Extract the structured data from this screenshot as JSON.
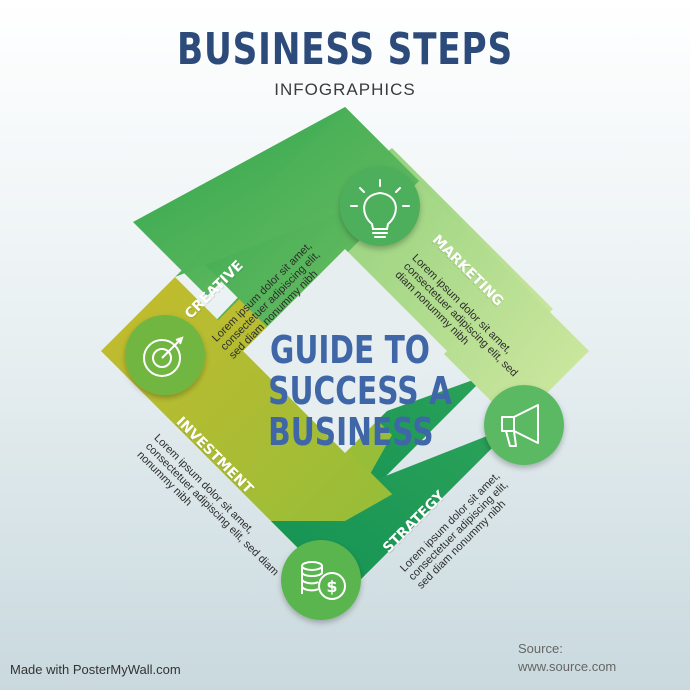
{
  "header": {
    "title": "BUSINESS STEPS",
    "subtitle": "INFOGRAPHICS"
  },
  "center": {
    "lines": [
      "GUIDE TO",
      "SUCCESS A",
      "BUSINESS"
    ]
  },
  "steps": [
    {
      "title": "CREATIVE",
      "lines": [
        "Lorem ipsum dolor sit amet,",
        "consectetuer adipiscing elit,",
        "sed diam nonummy nibh"
      ],
      "icon": "target-icon"
    },
    {
      "title": "MARKETING",
      "lines": [
        "Lorem ipsum dolor sit amet,",
        "consectetuer adipiscing elit, sed",
        "diam nonummy nibh"
      ],
      "icon": "lightbulb-icon"
    },
    {
      "title": "STRATEGY",
      "lines": [
        "Lorem ipsum dolor sit amet,",
        "consectetuer adipiscing elit,",
        "sed diam nonummy nibh"
      ],
      "icon": "megaphone-icon"
    },
    {
      "title": "INVESTMENT",
      "lines": [
        "Lorem ipsum dolor sit amet,",
        "consectetuer adipiscing elit, sed diam",
        "nonummy nibh"
      ],
      "icon": "coins-dollar-icon"
    }
  ],
  "footer": {
    "made_with": "Made with PosterMyWall.com",
    "source_label": "Source:",
    "source_url": "www.source.com"
  },
  "colors": {
    "title": "#2d4b7a",
    "center_text": "#3f67a8",
    "green_dark": "#1a9a55",
    "green_mid": "#3fb45a",
    "green_light": "#c8e39b",
    "yellow_green": "#c2bf2e"
  }
}
